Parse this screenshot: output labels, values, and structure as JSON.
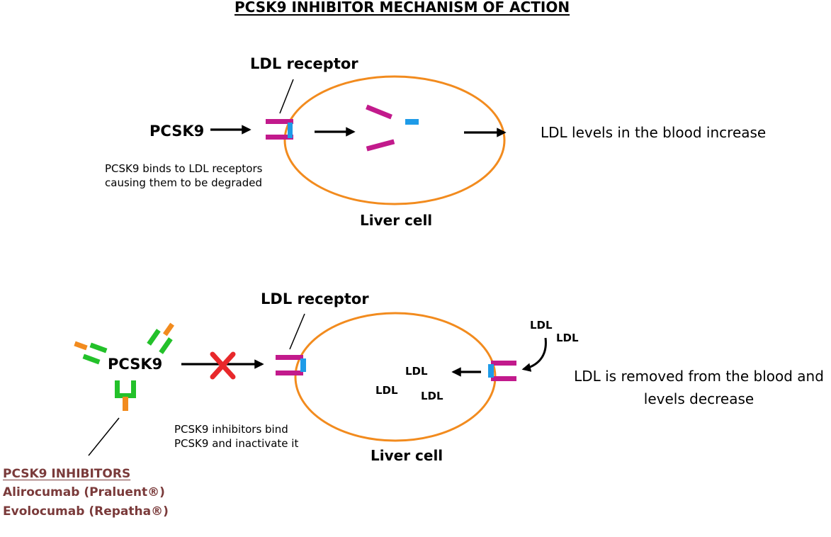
{
  "title": "PCSK9 INHIBITOR MECHANISM OF ACTION",
  "colors": {
    "cell_outline": "#f28b1e",
    "receptor": "#c21a8c",
    "receptor_tip": "#1e9be8",
    "inhibitor_green": "#23c12a",
    "inhibitor_orange": "#f28b1e",
    "block_x": "#e8282b",
    "drug_text": "#7a3a3a"
  },
  "top_panel": {
    "receptor_label": "LDL receptor",
    "pcsk9_label": "PCSK9",
    "caption": [
      "PCSK9 binds to LDL receptors",
      "causing them to be degraded"
    ],
    "cell_label": "Liver cell",
    "result": "LDL levels in the blood increase"
  },
  "bottom_panel": {
    "receptor_label": "LDL receptor",
    "pcsk9_label": "PCSK9",
    "caption": [
      "PCSK9 inhibitors bind",
      "PCSK9 and inactivate it"
    ],
    "cell_label": "Liver cell",
    "ldl_outside": [
      "LDL",
      "LDL"
    ],
    "ldl_inside": [
      "LDL",
      "LDL",
      "LDL"
    ],
    "result": [
      "LDL is removed from the blood and",
      "levels decrease"
    ],
    "inhibitors": {
      "heading": "PCSK9 INHIBITORS",
      "items": [
        "Alirocumab (Praluent®)",
        "Evolocumab (Repatha®)"
      ]
    }
  }
}
